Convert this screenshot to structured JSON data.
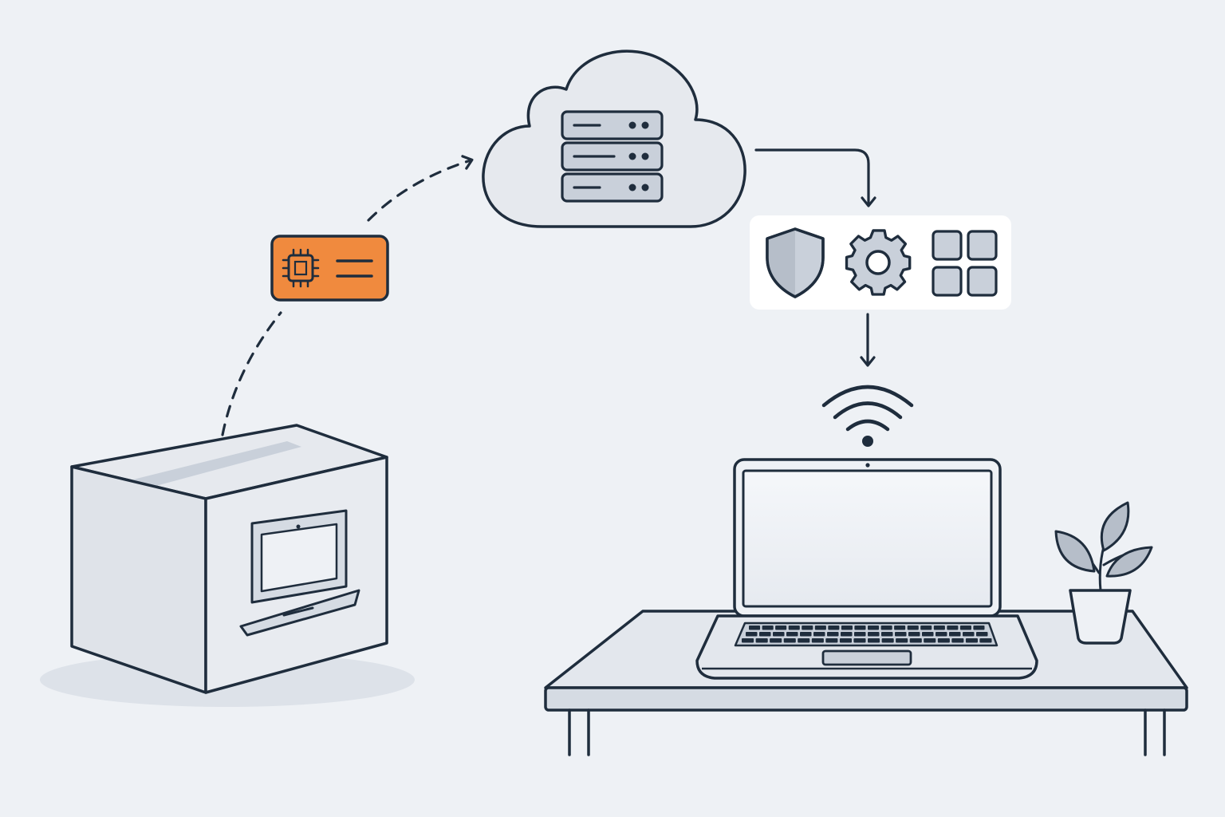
{
  "colors": {
    "background": "#eef1f5",
    "outline": "#1f2d3d",
    "fill_light": "#e3e7ed",
    "fill_mid": "#c9d0da",
    "fill_screen": "#f3f5f8",
    "accent": "#f08a3e",
    "panel": "#ffffff"
  },
  "diagram": {
    "nodes": [
      {
        "id": "shipping-box",
        "icon": "box-icon",
        "contents_icon": "laptop-icon"
      },
      {
        "id": "device-id-card",
        "icon": "chip-icon",
        "accent": "#f08a3e"
      },
      {
        "id": "cloud-server",
        "icon": "cloud-icon",
        "contents_icon": "server-stack-icon"
      },
      {
        "id": "config-panel",
        "icons": [
          "shield-icon",
          "gear-icon",
          "apps-grid-icon"
        ]
      },
      {
        "id": "wifi-signal",
        "icon": "wifi-icon"
      },
      {
        "id": "laptop",
        "icon": "laptop-icon"
      },
      {
        "id": "desk",
        "icon": "desk-icon"
      },
      {
        "id": "plant",
        "icon": "plant-icon"
      }
    ],
    "edges": [
      {
        "from": "shipping-box",
        "to": "device-id-card",
        "style": "dashed"
      },
      {
        "from": "device-id-card",
        "to": "cloud-server",
        "style": "dashed",
        "arrow": true
      },
      {
        "from": "cloud-server",
        "to": "config-panel",
        "style": "solid",
        "arrow": true
      },
      {
        "from": "config-panel",
        "to": "wifi-signal",
        "style": "solid",
        "arrow": true
      }
    ]
  }
}
